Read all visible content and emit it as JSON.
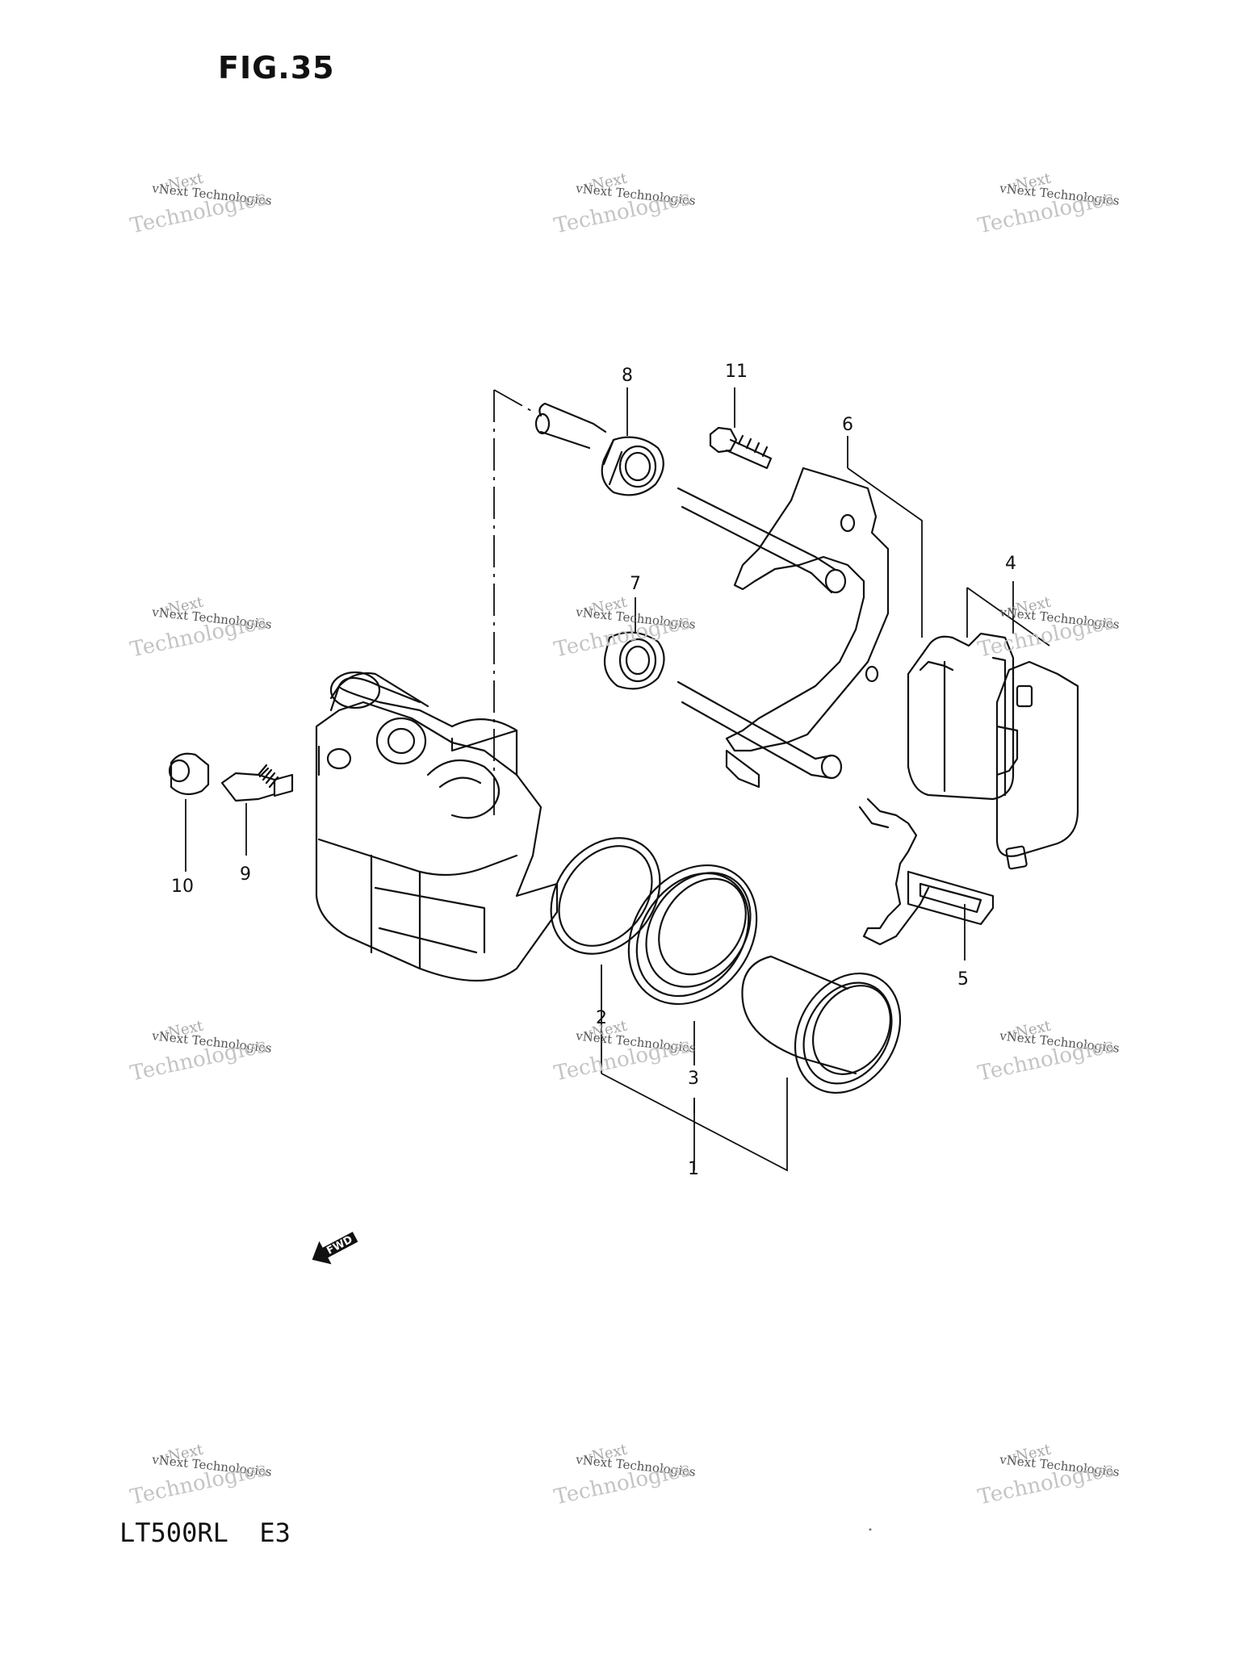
{
  "figure": {
    "title": "FIG.35"
  },
  "model": {
    "label": "LT500RL  E3"
  },
  "watermark": {
    "line1": "vNext",
    "line2": "vNext Technologies",
    "line3": "Technologies"
  },
  "callouts": [
    "1",
    "2",
    "3",
    "4",
    "5",
    "6",
    "7",
    "8",
    "9",
    "10",
    "11"
  ],
  "fwd_arrow": {
    "label": "FWD"
  }
}
